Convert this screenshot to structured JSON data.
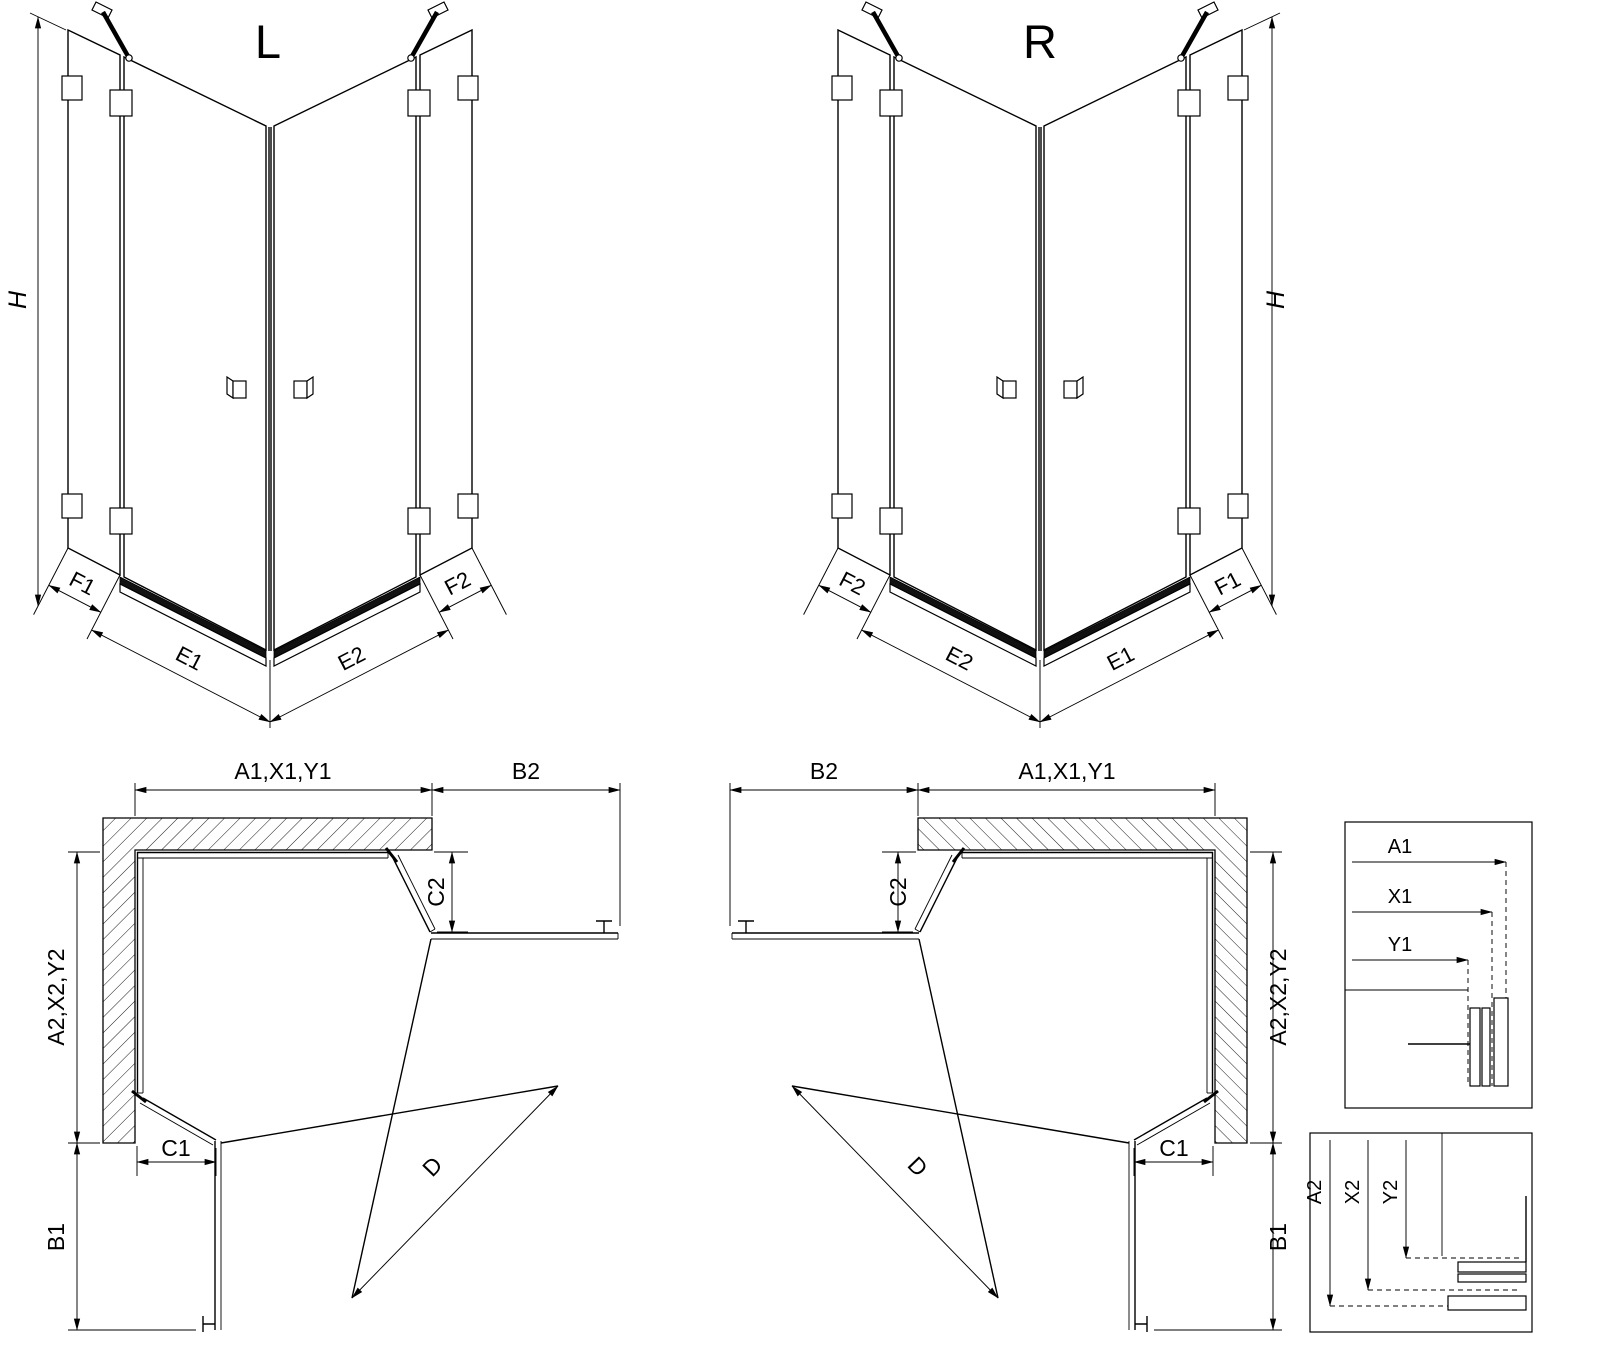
{
  "views": {
    "l3d": {
      "title": "L",
      "h": "H",
      "f1": "F1",
      "e1": "E1",
      "e2": "E2",
      "f2": "F2"
    },
    "r3d": {
      "title": "R",
      "h": "H",
      "f1": "F1",
      "e1": "E1",
      "e2": "E2",
      "f2": "F2"
    },
    "lplan": {
      "a1": "A1,X1,Y1",
      "b2": "B2",
      "a2": "A2,X2,Y2",
      "c2": "C2",
      "c1": "C1",
      "b1": "B1",
      "d": "D"
    },
    "rplan": {
      "a1": "A1,X1,Y1",
      "b2": "B2",
      "a2": "A2,X2,Y2",
      "c2": "C2",
      "c1": "C1",
      "b1": "B1",
      "d": "D"
    },
    "detail_top": {
      "a1": "A1",
      "x1": "X1",
      "y1": "Y1"
    },
    "detail_bottom": {
      "a2": "A2",
      "x2": "X2",
      "y2": "Y2"
    }
  },
  "colors": {
    "line": "#000000",
    "background": "#ffffff"
  }
}
